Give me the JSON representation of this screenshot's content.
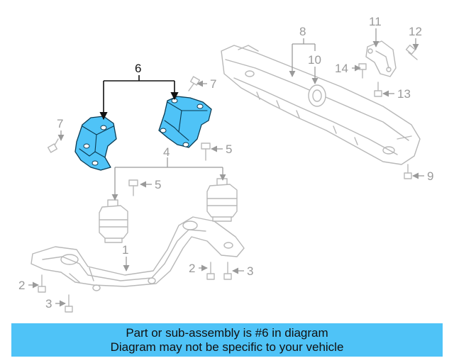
{
  "callouts": {
    "c1": "1",
    "c2a": "2",
    "c2b": "2",
    "c3a": "3",
    "c3b": "3",
    "c4": "4",
    "c5a": "5",
    "c5b": "5",
    "c6": "6",
    "c7a": "7",
    "c7b": "7",
    "c8": "8",
    "c9": "9",
    "c10": "10",
    "c11": "11",
    "c12": "12",
    "c13": "13",
    "c14": "14"
  },
  "banner": {
    "line1": "Part or sub-assembly is #6 in diagram",
    "line2": "Diagram may not be specific to your vehicle"
  },
  "colors": {
    "highlight": "#4fc3f7",
    "ghost_line": "#b8b8b8",
    "banner_bg": "#4fc3f7"
  }
}
